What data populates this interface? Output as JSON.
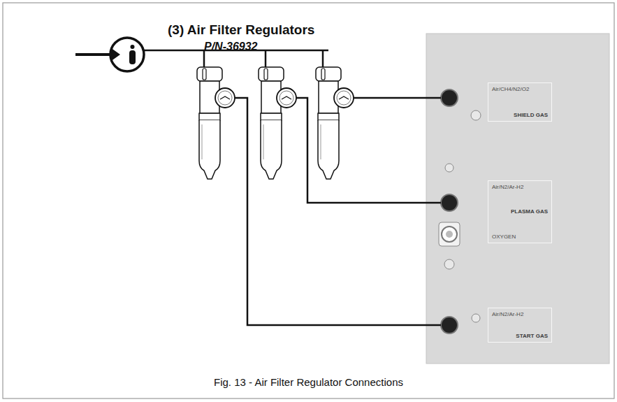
{
  "diagram": {
    "title": "(3) Air Filter Regulators",
    "caption": "Fig. 13 - Air Filter Regulator Connections",
    "nodes": [
      {
        "text": [
          "Air/CH4/N2/O2",
          "SHIELD GAS"
        ]
      },
      {
        "text": [
          "Air/N2/Ar-H2",
          "PLASMA GAS",
          "OXYGEN"
        ]
      },
      {
        "text": [
          "Air/N2/Ar-H2",
          "START GAS"
        ]
      }
    ],
    "labels": [
      "P/N-36932"
    ]
  }
}
